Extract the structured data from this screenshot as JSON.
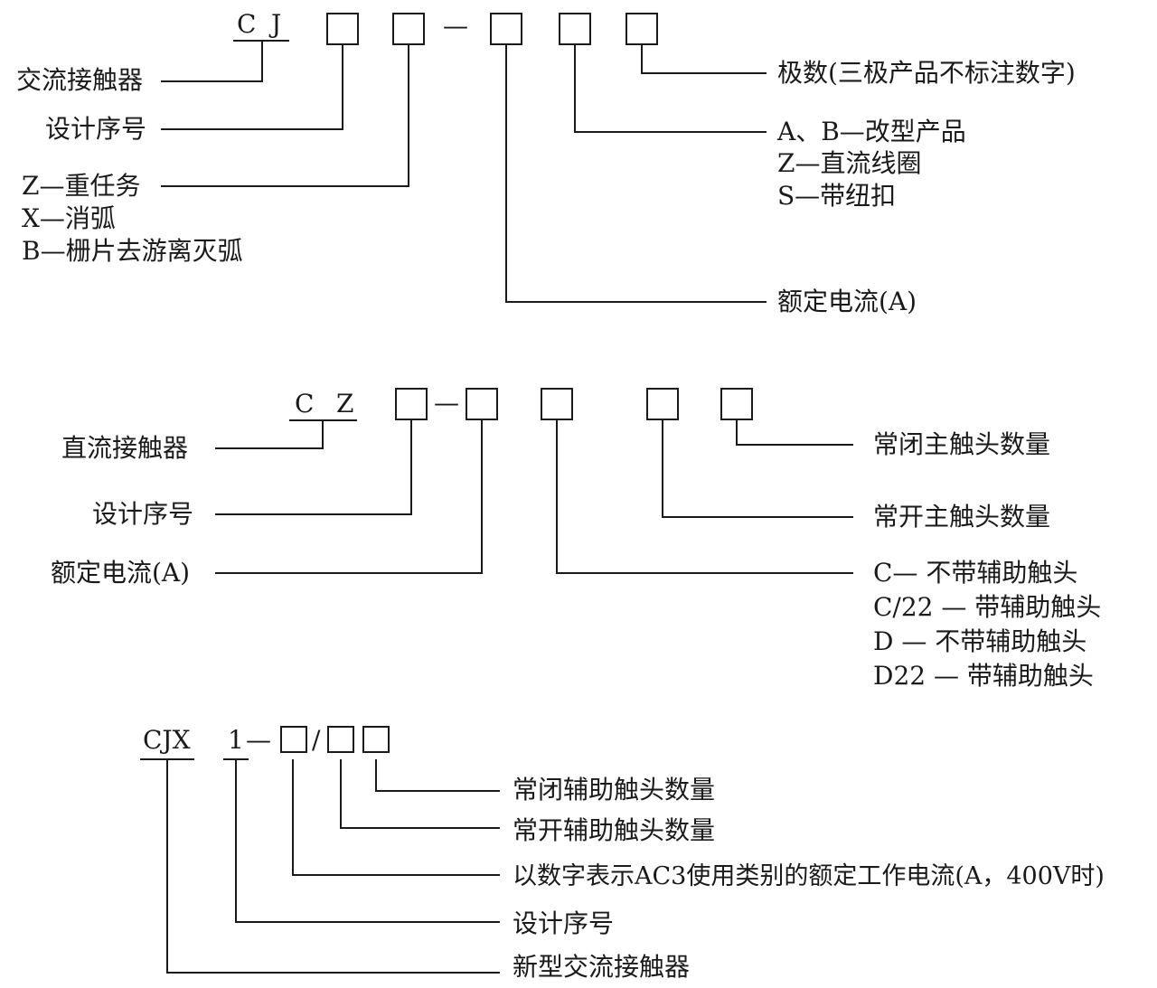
{
  "diagram1": {
    "prefix_c": "C",
    "prefix_j": "J",
    "dash": "—",
    "left_labels": {
      "type": "交流接触器",
      "design": "设计序号",
      "z": "Z—重任务",
      "x": "X—消弧",
      "b": "B—栅片去游离灭弧"
    },
    "right_labels": {
      "poles": "极数(三极产品不标注数字)",
      "ab": "A、B—改型产品",
      "zdc": "Z—直流线圈",
      "s": "S—带纽扣",
      "current": "额定电流(A)"
    }
  },
  "diagram2": {
    "prefix_c": "C",
    "prefix_z": "Z",
    "dash": "—",
    "left_labels": {
      "type": "直流接触器",
      "design": "设计序号",
      "current": "额定电流(A)"
    },
    "right_labels": {
      "nc_main": "常闭主触头数量",
      "no_main": "常开主触头数量",
      "c": "C— 不带辅助触头",
      "c22": "C/22 — 带辅助触头",
      "d": "D — 不带辅助触头",
      "d22": "D22 — 带辅助触头"
    }
  },
  "diagram3": {
    "prefix": "CJX",
    "number": "1",
    "dash": "—",
    "slash": "/",
    "right_labels": {
      "nc_aux": "常闭辅助触头数量",
      "no_aux": "常开辅助触头数量",
      "current": "以数字表示AC3使用类别的额定工作电流(A，400V时)",
      "design": "设计序号",
      "type": "新型交流接触器"
    }
  }
}
